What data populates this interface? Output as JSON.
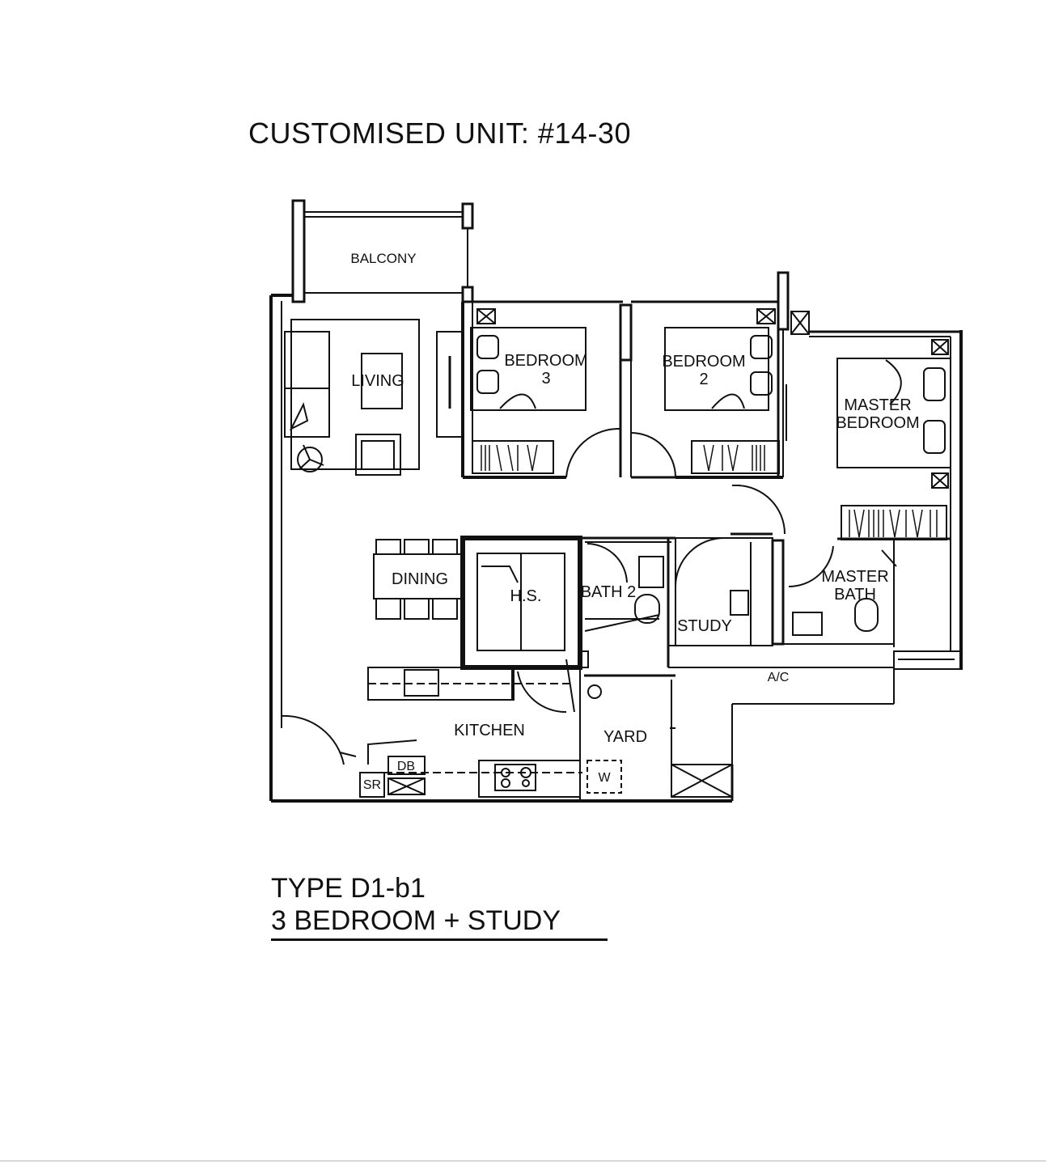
{
  "heading": "CUSTOMISED UNIT: #14-30",
  "rooms": {
    "balcony": "BALCONY",
    "living": "LIVING",
    "bedroom3_a": "BEDROOM",
    "bedroom3_b": "3",
    "bedroom2_a": "BEDROOM",
    "bedroom2_b": "2",
    "master_a": "MASTER",
    "master_b": "BEDROOM",
    "dining": "DINING",
    "hs": "H.S.",
    "bath2": "BATH 2",
    "study": "STUDY",
    "master_bath_a": "MASTER",
    "master_bath_b": "BATH",
    "ac": "A/C",
    "kitchen": "KITCHEN",
    "yard": "YARD",
    "washer": "W",
    "db": "DB",
    "sr": "SR"
  },
  "unit_type": {
    "line1": "TYPE D1-b1",
    "line2": "3 BEDROOM + STUDY"
  }
}
